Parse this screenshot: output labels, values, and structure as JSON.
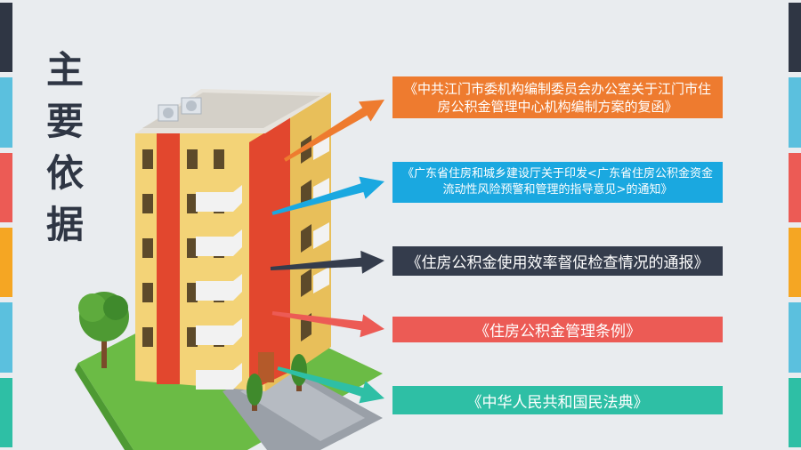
{
  "title": {
    "chars": [
      "主",
      "要",
      "依",
      "据"
    ]
  },
  "references": [
    {
      "text": "《中共江门市委机构编制委员会办公室关于江门市住房公积金管理中心机构编制方案的复函》",
      "color": "#ee7b2f"
    },
    {
      "text": "《广东省住房和城乡建设厅关于印发<广东省住房公积金资金流动性风险预警和管理的指导意见>的通知》",
      "color": "#1aa8e0"
    },
    {
      "text": "《住房公积金使用效率督促检查情况的通报》",
      "color": "#343c4c"
    },
    {
      "text": "《住房公积金管理条例》",
      "color": "#ec5b55"
    },
    {
      "text": "《中华人民共和国民法典》",
      "color": "#2ebfa5"
    }
  ],
  "side_strip_colors": [
    "#2f3644",
    "#5bc0de",
    "#ec5b55",
    "#f5a623",
    "#5bc0de",
    "#2ebfa5"
  ],
  "arrow_colors": [
    "#ee7b2f",
    "#1aa8e0",
    "#343c4c",
    "#ec5b55",
    "#2ebfa5"
  ],
  "building_colors": {
    "wall": "#f3d377",
    "wall_side": "#e8bf5a",
    "accent": "#e2472e",
    "roof": "#e6e3dd",
    "grass": "#6bbb45",
    "path": "#9aa0a8"
  }
}
